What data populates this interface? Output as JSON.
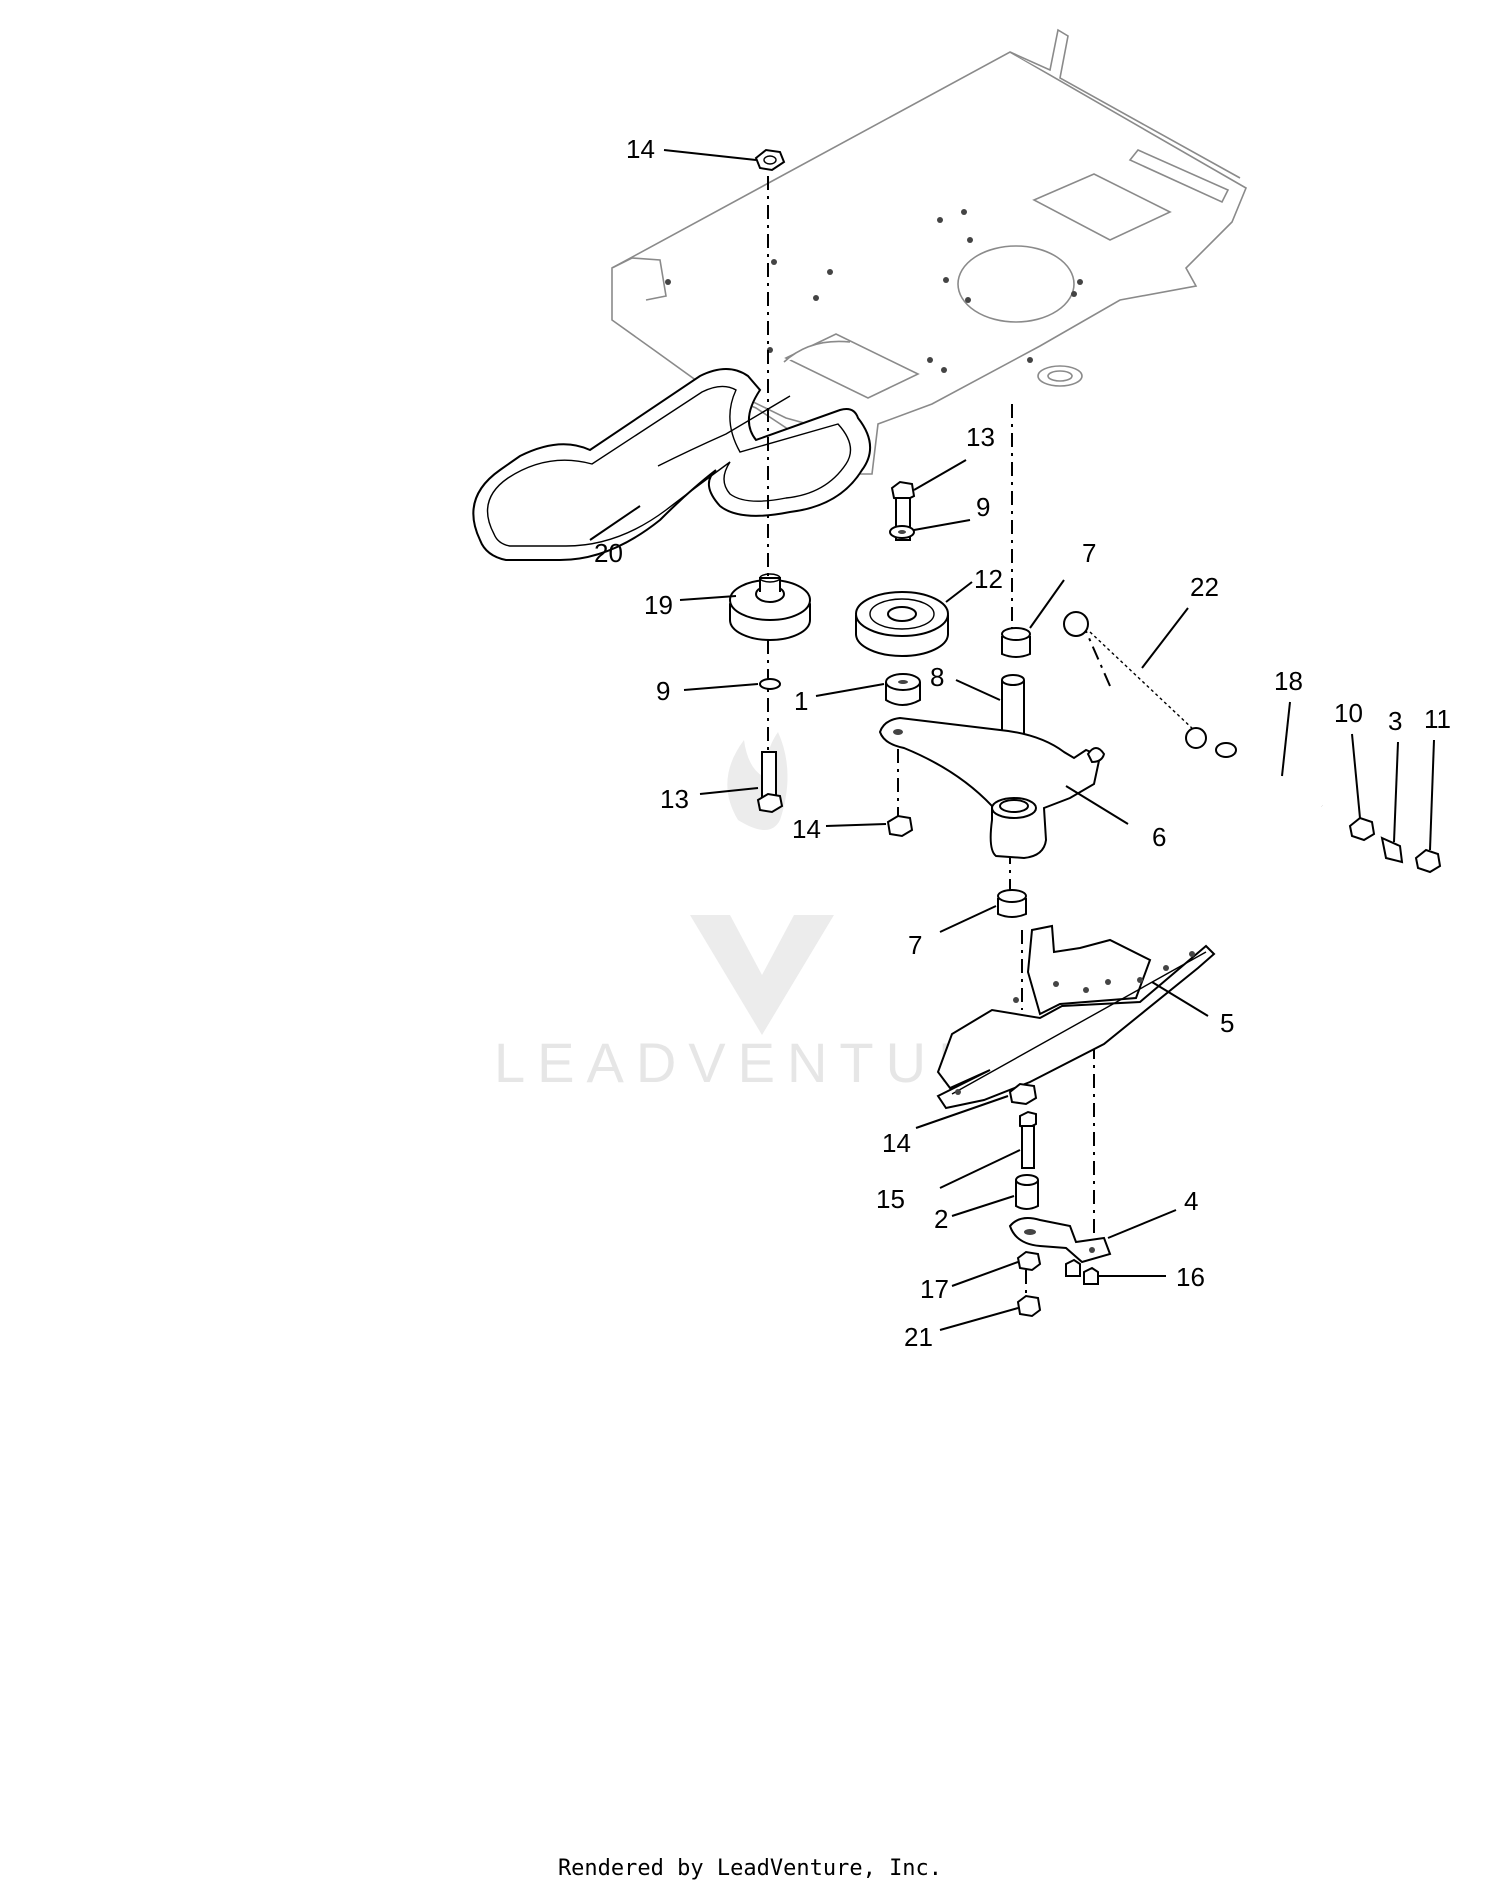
{
  "watermark": {
    "brand": "LEADVENTURE"
  },
  "footer": {
    "text": "Rendered by LeadVenture, Inc."
  },
  "callouts": [
    {
      "id": "c14a",
      "label": "14"
    },
    {
      "id": "c13a",
      "label": "13"
    },
    {
      "id": "c9a",
      "label": "9"
    },
    {
      "id": "c20",
      "label": "20"
    },
    {
      "id": "c7a",
      "label": "7"
    },
    {
      "id": "c12",
      "label": "12"
    },
    {
      "id": "c22",
      "label": "22"
    },
    {
      "id": "c19",
      "label": "19"
    },
    {
      "id": "c18",
      "label": "18"
    },
    {
      "id": "c10",
      "label": "10"
    },
    {
      "id": "c3",
      "label": "3"
    },
    {
      "id": "c11",
      "label": "11"
    },
    {
      "id": "c8",
      "label": "8"
    },
    {
      "id": "c9b",
      "label": "9"
    },
    {
      "id": "c1",
      "label": "1"
    },
    {
      "id": "c13b",
      "label": "13"
    },
    {
      "id": "c14b",
      "label": "14"
    },
    {
      "id": "c6",
      "label": "6"
    },
    {
      "id": "c7b",
      "label": "7"
    },
    {
      "id": "c5",
      "label": "5"
    },
    {
      "id": "c14c",
      "label": "14"
    },
    {
      "id": "c15",
      "label": "15"
    },
    {
      "id": "c4",
      "label": "4"
    },
    {
      "id": "c2",
      "label": "2"
    },
    {
      "id": "c16",
      "label": "16"
    },
    {
      "id": "c17",
      "label": "17"
    },
    {
      "id": "c21",
      "label": "21"
    }
  ]
}
